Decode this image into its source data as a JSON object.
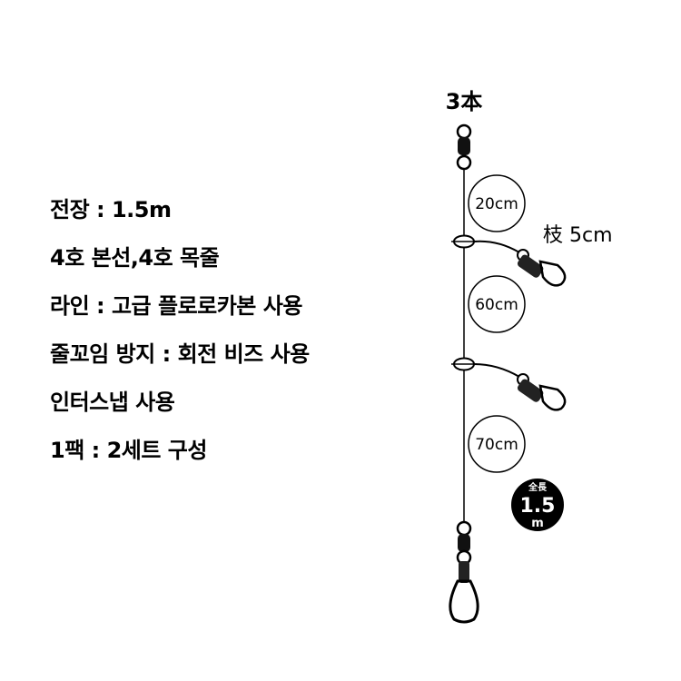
{
  "specs": [
    "전장 : 1.5m",
    "4호 본선,4호 목줄",
    "라인 : 고급 플로로카본 사용",
    "줄꼬임 방지 : 회전 비즈 사용",
    "인터스냅 사용",
    "1팩 : 2세트 구성"
  ],
  "rig": {
    "hook_count": "3本",
    "branch_label": "枝 5cm",
    "segments": [
      "20cm",
      "60cm",
      "70cm"
    ],
    "total_badge": {
      "top": "全長",
      "value": "1.5",
      "unit": "m"
    }
  }
}
